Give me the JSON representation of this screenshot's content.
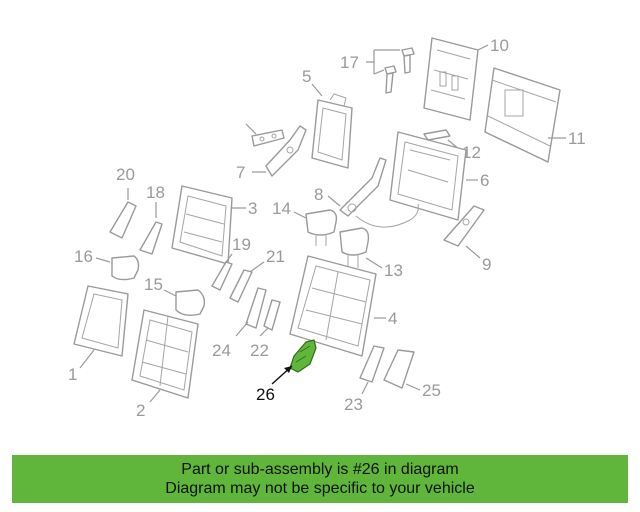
{
  "callouts": {
    "c1": "1",
    "c2": "2",
    "c3": "3",
    "c4": "4",
    "c5": "5",
    "c6": "6",
    "c7": "7",
    "c8": "8",
    "c9": "9",
    "c10": "10",
    "c11": "11",
    "c12": "12",
    "c13": "13",
    "c14": "14",
    "c15": "15",
    "c16": "16",
    "c17": "17",
    "c18": "18",
    "c19": "19",
    "c20": "20",
    "c21": "21",
    "c22": "22",
    "c23": "23",
    "c24": "24",
    "c25": "25",
    "c26": "26"
  },
  "highlight": {
    "part_number": "26",
    "color": "#5fb63a"
  },
  "banner": {
    "line1": "Part or sub-assembly is #26 in diagram",
    "line2": "Diagram may not be specific to your vehicle"
  }
}
